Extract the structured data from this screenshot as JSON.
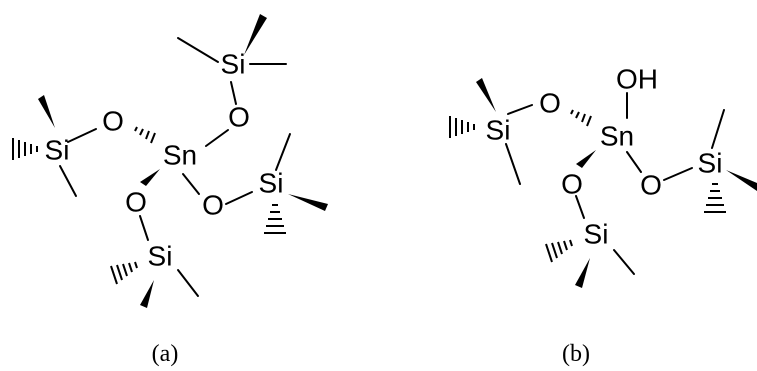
{
  "structures": [
    {
      "id": "a",
      "caption": "(a)",
      "atoms": {
        "sn": "Sn",
        "si_top": "Si",
        "si_left": "Si",
        "si_right": "Si",
        "si_bottom": "Si",
        "o_top": "O",
        "o_left": "O",
        "o_right": "O",
        "o_bottom": "O"
      }
    },
    {
      "id": "b",
      "caption": "(b)",
      "atoms": {
        "sn": "Sn",
        "oh": "OH",
        "si_left": "Si",
        "si_right": "Si",
        "si_bottom": "Si",
        "o_left": "O",
        "o_right": "O",
        "o_bottom": "O"
      }
    }
  ],
  "colors": {
    "ink": "#000000",
    "background": "#ffffff"
  }
}
